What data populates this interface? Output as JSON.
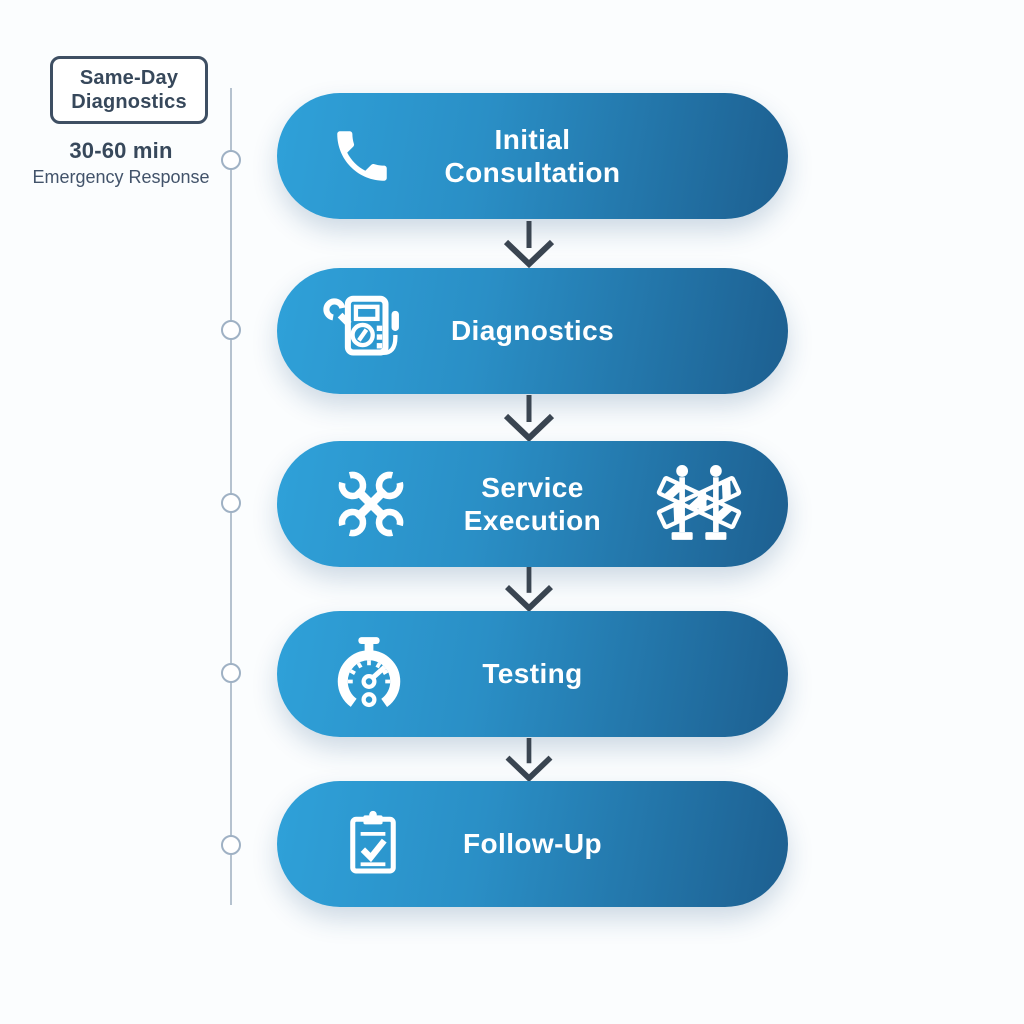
{
  "sidebar": {
    "badge": {
      "text": "Same-Day\nDiagnostics"
    },
    "response": {
      "time": "30-60 min",
      "label": "Emergency Response"
    }
  },
  "flow": {
    "steps": [
      {
        "label": "Initial\nConsultation",
        "icons": [
          "phone-icon"
        ]
      },
      {
        "label": "Diagnostics",
        "icons": [
          "multimeter-icon"
        ]
      },
      {
        "label": "Service\nExecution",
        "icons": [
          "crossed-wrenches-icon",
          "road-barrier-icon"
        ]
      },
      {
        "label": "Testing",
        "icons": [
          "gauge-icon"
        ]
      },
      {
        "label": "Follow-Up",
        "icons": [
          "clipboard-check-icon"
        ]
      }
    ]
  },
  "timeline": {
    "dot_count": 5
  },
  "colors": {
    "pill_gradient_start": "#2fa1d9",
    "pill_gradient_end": "#1d5f90",
    "pill_text": "#ffffff",
    "arrow": "#3a4551",
    "timeline_line": "#b5c2cf",
    "timeline_dot_border": "#9fb1c4",
    "sidebar_text": "#37485b",
    "badge_border": "#3e4f63",
    "background": "#fbfdfe"
  }
}
